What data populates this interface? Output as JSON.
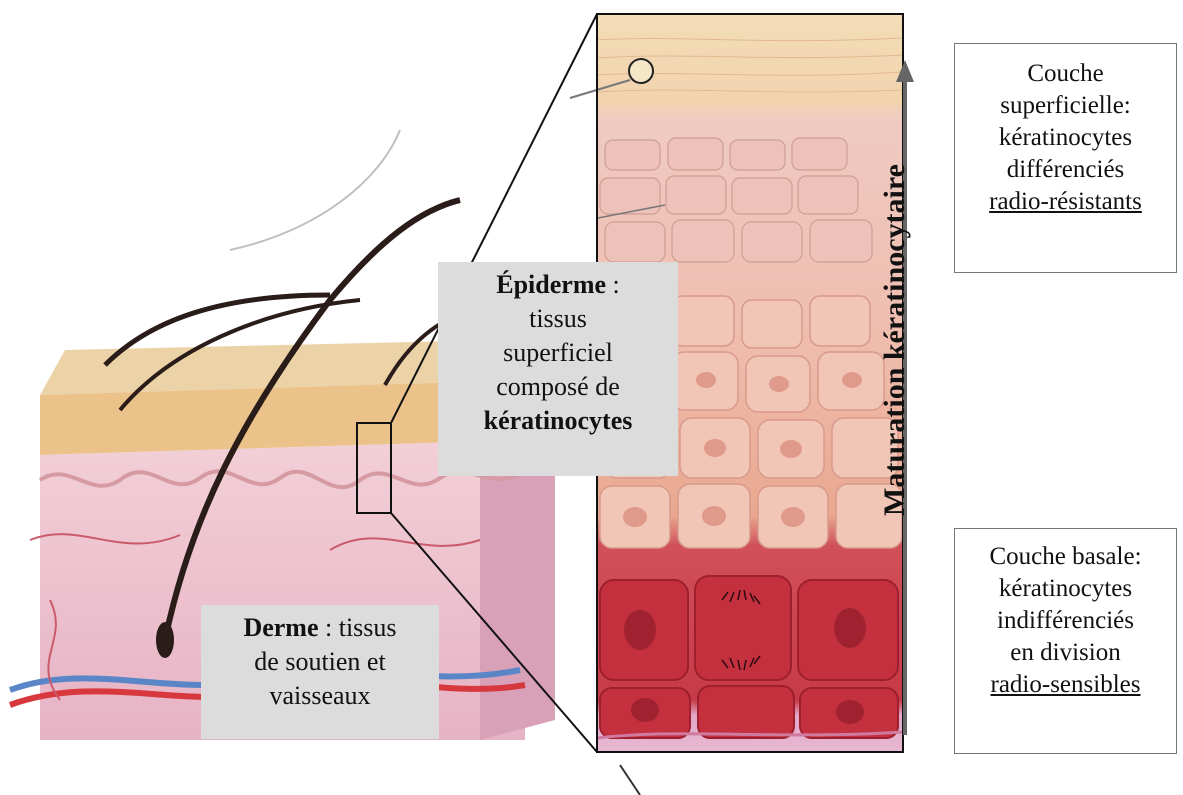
{
  "epiderme": {
    "title": "Épiderme",
    "sep": " :",
    "line1": "tissus",
    "line2": "superficiel",
    "line3": "composé de",
    "line4": "kératinocytes"
  },
  "derme": {
    "title": "Derme",
    "rest": " : tissus",
    "line2": "de soutien et",
    "line3": "vaisseaux"
  },
  "couche_superficielle": {
    "line1": "Couche",
    "line2": "superficielle:",
    "line3": "kératinocytes",
    "line4": "différenciés",
    "line5": "radio-résistants"
  },
  "couche_basale": {
    "line1": "Couche basale:",
    "line2": "kératinocytes",
    "line3": "indifférenciés",
    "line4": "en division",
    "line5": "radio-sensibles"
  },
  "maturation": "Maturation kératinocytaire",
  "colors": {
    "stratum_corneum": "#f1d6b0",
    "upper_epidermis": "#efc8bd",
    "mid_epidermis": "#efb8a8",
    "basal_layer": "#cc3f4d",
    "dermis": "#ecc0d0",
    "skin_surface": "#e9c48f",
    "arrow": "#666666",
    "label_bg": "#dcdcdc",
    "vein": "#5a86c8",
    "artery": "#d7383e"
  }
}
